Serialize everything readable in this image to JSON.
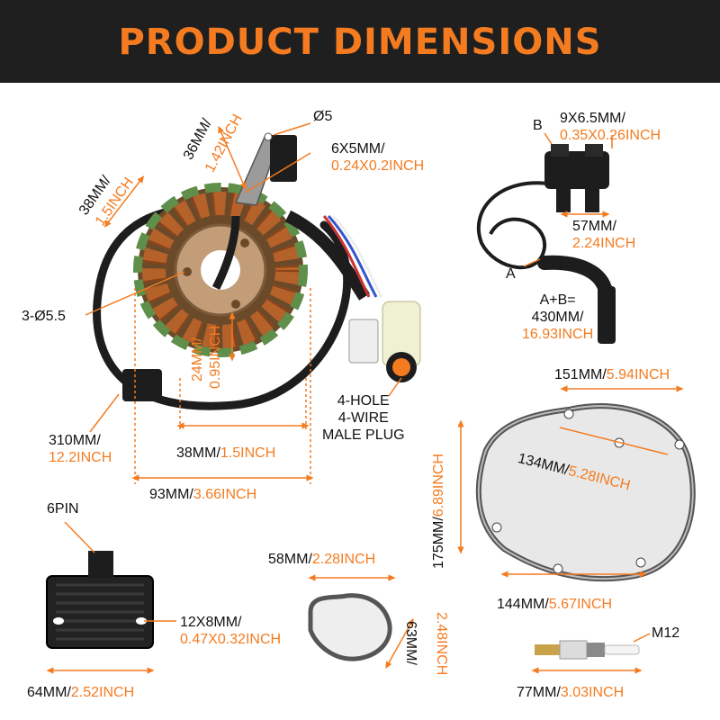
{
  "header": {
    "title": "PRODUCT DIMENSIONS"
  },
  "colors": {
    "accent": "#f47b20",
    "header_bg": "#1f1f1f",
    "text": "#111111",
    "copper": "#b5612a",
    "coil_green": "#5f8f4a",
    "wire": "#1d1d1d"
  },
  "stator": {
    "dim_36": {
      "a": "36MM/",
      "b": "1.42INCH"
    },
    "dim_phi5": "Ø5",
    "dim_6x5": {
      "a": "6X5MM/",
      "b": "0.24X0.2INCH"
    },
    "dim_38_top": {
      "a": "38MM/",
      "b": "1.5INCH"
    },
    "dim_holes": "3-Ø5.5",
    "dim_24": {
      "a": "24MM/",
      "b": "0.95INCH"
    },
    "dim_310": {
      "a": "310MM/",
      "b": "12.2INCH"
    },
    "dim_38_bottom": {
      "a": "38MM/",
      "b": "1.5INCH"
    },
    "dim_93": {
      "a": "93MM/",
      "b": "3.66INCH"
    },
    "plug_line1": "4-HOLE",
    "plug_line2": "4-WIRE",
    "plug_line3": "MALE PLUG"
  },
  "ignition_coil": {
    "label_b": "B",
    "label_a": "A",
    "dim_9x65": {
      "a": "9X6.5MM/",
      "b": "0.35X0.26INCH"
    },
    "dim_57": {
      "a": "57MM/",
      "b": "2.24INCH"
    },
    "sum_line": "A+B=",
    "dim_430": {
      "a": "430MM/",
      "b": "16.93INCH"
    }
  },
  "cover_gasket": {
    "dim_151": {
      "a": "151MM/",
      "b": "5.94INCH"
    },
    "dim_175": {
      "a": "175MM/",
      "b": "6.89INCH"
    },
    "dim_134": {
      "a": "134MM/",
      "b": "5.28INCH"
    },
    "dim_144": {
      "a": "144MM/",
      "b": "5.67INCH"
    }
  },
  "regulator": {
    "pin_label": "6PIN",
    "dim_12x8": {
      "a": "12X8MM/",
      "b": "0.47X0.32INCH"
    },
    "dim_64": {
      "a": "64MM/",
      "b": "2.52INCH"
    }
  },
  "small_gasket": {
    "dim_58": {
      "a": "58MM/",
      "b": "2.28INCH"
    },
    "dim_63": {
      "a": "63MM/",
      "b": "2.48INCH"
    }
  },
  "spark_plug": {
    "thread_label": "M12",
    "dim_77": {
      "a": "77MM/",
      "b": "3.03INCH"
    }
  }
}
